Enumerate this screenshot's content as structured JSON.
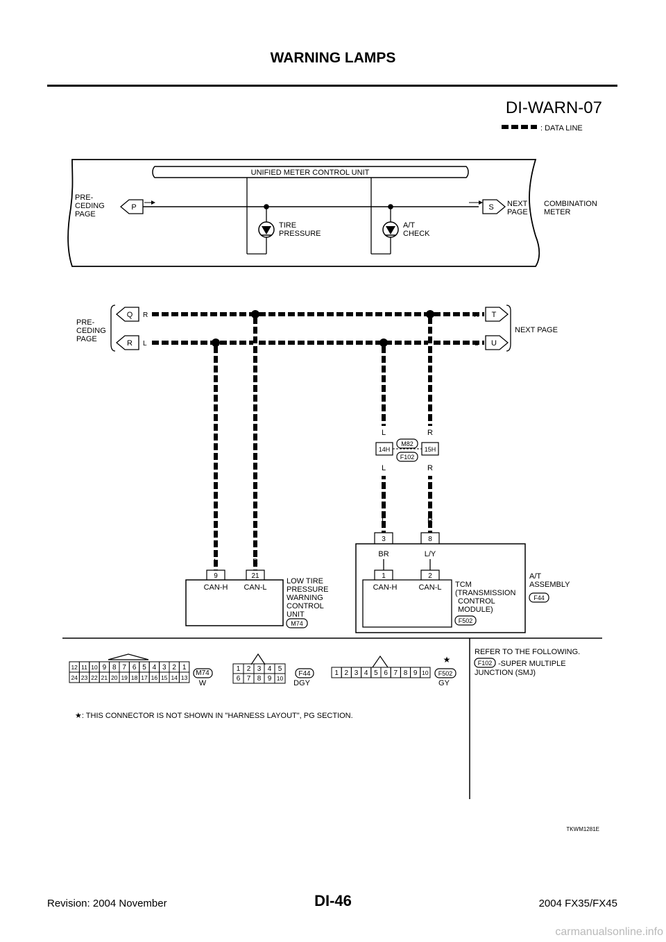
{
  "page": {
    "title": "WARNING LAMPS",
    "diagram_code": "DI-WARN-07",
    "figure_id": "TKWM1281E",
    "page_number": "DI-46",
    "revision": "Revision: 2004 November",
    "model": "2004 FX35/FX45",
    "watermark": "carmanualsonline.info"
  },
  "legend": {
    "data_line": ": DATA LINE"
  },
  "meter": {
    "unit_label": "UNIFIED METER CONTROL UNIT",
    "group_label_1": "COMBINATION",
    "group_label_2": "METER",
    "preceding_1": "PRE-",
    "preceding_2": "CEDING",
    "preceding_3": "PAGE",
    "next_1": "NEXT",
    "next_2": "PAGE",
    "conn_in": "P",
    "conn_out": "S",
    "lamp1_1": "TIRE",
    "lamp1_2": "PRESSURE",
    "lamp2_1": "A/T",
    "lamp2_2": "CHECK"
  },
  "can": {
    "preceding_1": "PRE-",
    "preceding_2": "CEDING",
    "preceding_3": "PAGE",
    "next_page": "NEXT PAGE",
    "flag_q": "Q",
    "flag_r": "R",
    "flag_t": "T",
    "flag_u": "U",
    "color_r": "R",
    "color_l": "L"
  },
  "smj": {
    "conn_top": "M82",
    "conn_bottom": "F102",
    "term_left": "14H",
    "term_right": "15H",
    "wire_l": "L",
    "wire_r": "R"
  },
  "ltpw": {
    "wire_l": "L",
    "wire_r": "R",
    "pin_left": "9",
    "pin_right": "21",
    "sig_left": "CAN-H",
    "sig_right": "CAN-L",
    "name_1": "LOW TIRE",
    "name_2": "PRESSURE",
    "name_3": "WARNING",
    "name_4": "CONTROL",
    "name_5": "UNIT",
    "conn": "M74"
  },
  "at": {
    "wire_l": "L",
    "wire_r": "R",
    "outer_pin_left": "3",
    "outer_pin_right": "8",
    "inner_color_left": "BR",
    "inner_color_right": "L/Y",
    "inner_pin_left": "1",
    "inner_pin_right": "2",
    "sig_left": "CAN-H",
    "sig_right": "CAN-L",
    "tcm_1": "TCM",
    "tcm_2": "(TRANSMISSION",
    "tcm_3": "CONTROL",
    "tcm_4": "MODULE)",
    "tcm_conn": "F502",
    "assembly_1": "A/T",
    "assembly_2": "ASSEMBLY",
    "assembly_conn": "F44"
  },
  "connectors": {
    "m74_top": [
      "12",
      "11",
      "10",
      "9",
      "8",
      "7",
      "6",
      "5",
      "4",
      "3",
      "2",
      "1"
    ],
    "m74_bottom": [
      "24",
      "23",
      "22",
      "21",
      "20",
      "19",
      "18",
      "17",
      "16",
      "15",
      "14",
      "13"
    ],
    "m74_name": "M74",
    "m74_color": "W",
    "f44_top": [
      "1",
      "2",
      "3",
      "4",
      "5"
    ],
    "f44_bottom": [
      "6",
      "7",
      "8",
      "9",
      "10"
    ],
    "f44_name": "F44",
    "f44_color": "DGY",
    "f502_pins": [
      "1",
      "2",
      "3",
      "4",
      "5",
      "6",
      "7",
      "8",
      "9",
      "10"
    ],
    "f502_name": "F502",
    "f502_color": "GY",
    "star": "★"
  },
  "refer": {
    "line1": "REFER TO THE FOLLOWING.",
    "conn": "F102",
    "line2": "-SUPER MULTIPLE",
    "line3": "JUNCTION (SMJ)"
  },
  "footnote": "★: THIS CONNECTOR IS NOT SHOWN IN \"HARNESS LAYOUT\", PG SECTION."
}
